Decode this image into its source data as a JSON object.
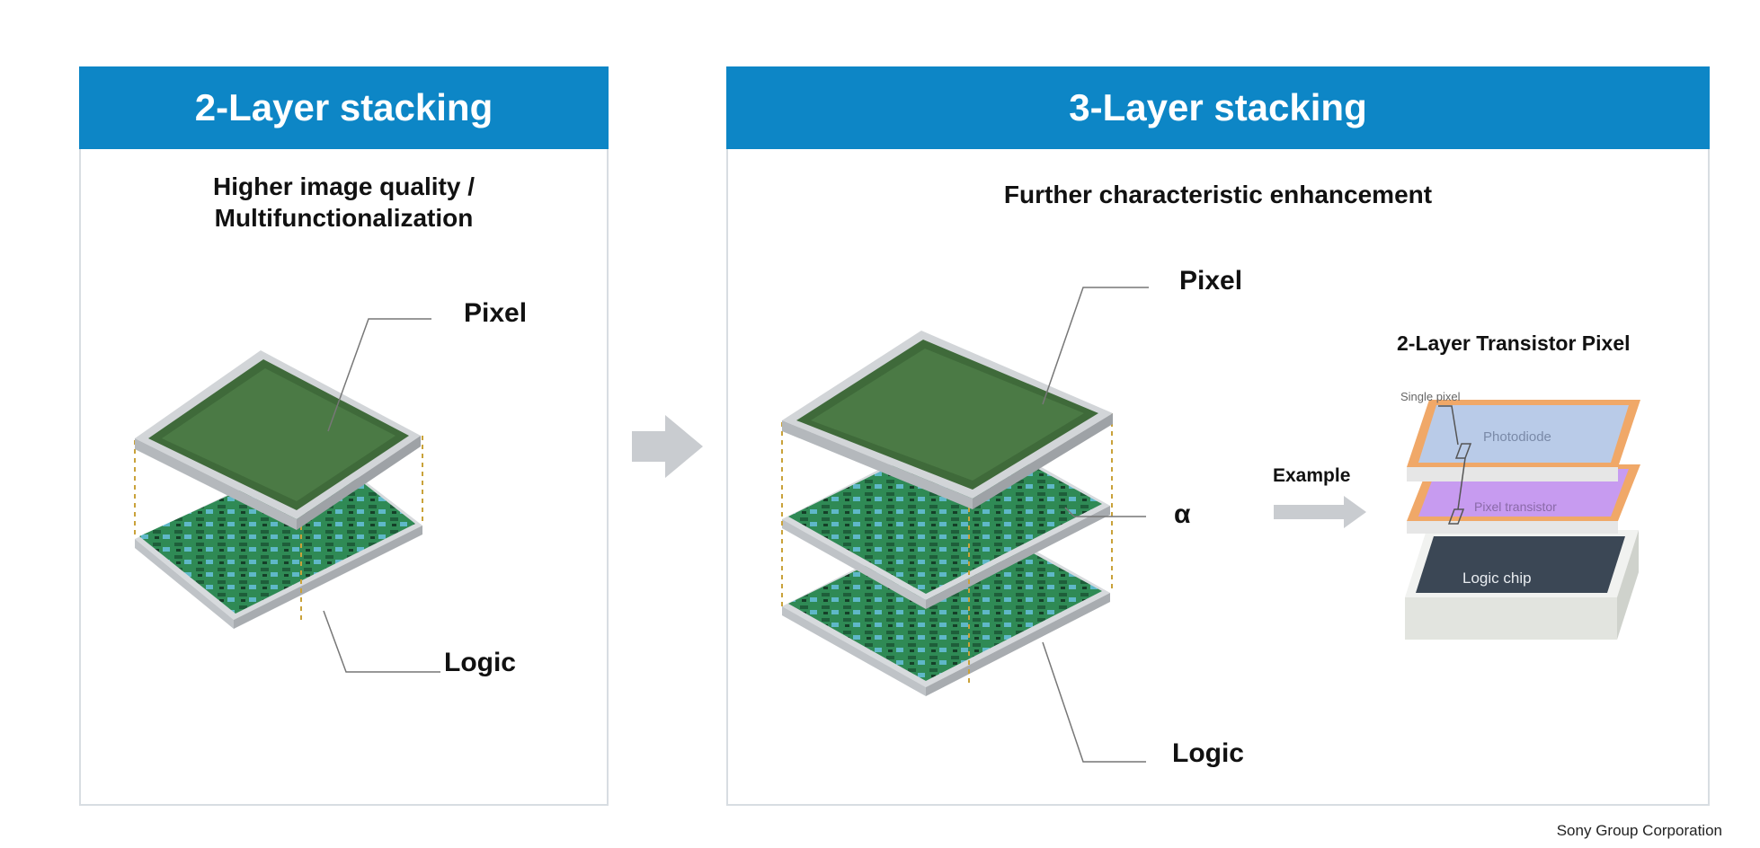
{
  "left_panel": {
    "title": "2-Layer stacking",
    "subtitle_line1": "Higher image quality /",
    "subtitle_line2": "Multifunctionalization",
    "label_pixel": "Pixel",
    "label_logic": "Logic"
  },
  "right_panel": {
    "title": "3-Layer stacking",
    "subtitle": "Further characteristic enhancement",
    "label_pixel": "Pixel",
    "label_alpha": "α",
    "label_logic": "Logic",
    "example_label": "Example",
    "inset": {
      "title": "2-Layer Transistor Pixel",
      "single_pixel": "Single pixel",
      "photodiode": "Photodiode",
      "pixel_transistor": "Pixel transistor",
      "logic_chip": "Logic chip"
    }
  },
  "footer": "Sony Group Corporation",
  "colors": {
    "header_blue": "#0d86c6",
    "pixel_green": "#3f6a3a",
    "logic_green": "#2e8a56",
    "arrow_gray": "#c9ccd0",
    "photodiode_blue": "#b9cbe8",
    "transistor_purple": "#c79bf0",
    "frame_orange": "#f0a868",
    "logic_chip_dark": "#3b4755"
  }
}
